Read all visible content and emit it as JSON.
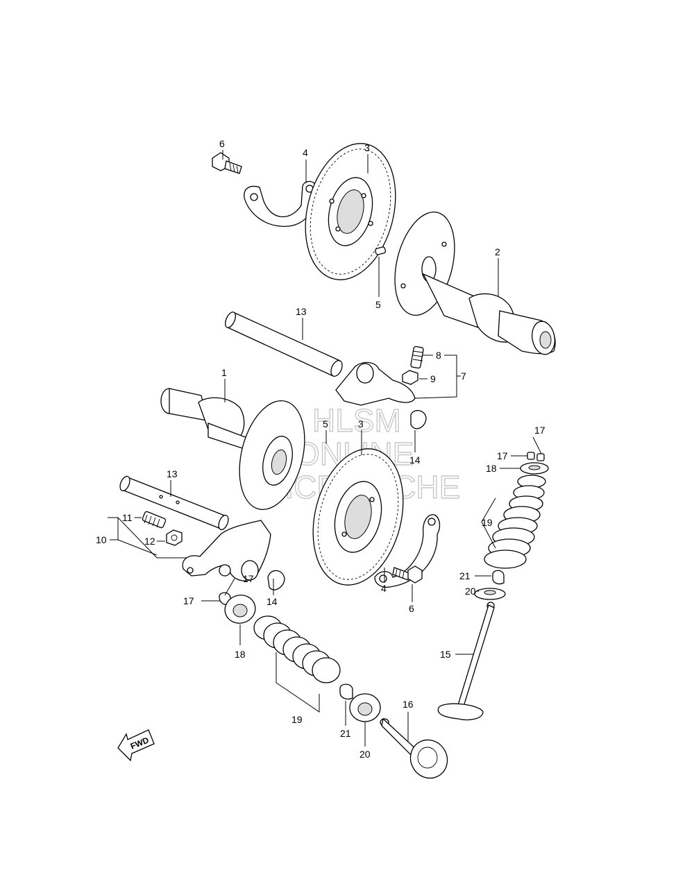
{
  "watermark": {
    "line1": "HLSM",
    "line2": "ONLINE",
    "line3": "MICROFICHE"
  },
  "direction_arrow": {
    "label": "FWD",
    "icon": "arrow-down-left-icon"
  },
  "callouts": [
    {
      "id": "c6a",
      "label": "6"
    },
    {
      "id": "c4a",
      "label": "4"
    },
    {
      "id": "c3a",
      "label": "3"
    },
    {
      "id": "c2",
      "label": "2"
    },
    {
      "id": "c5a",
      "label": "5"
    },
    {
      "id": "c13a",
      "label": "13"
    },
    {
      "id": "c8",
      "label": "8"
    },
    {
      "id": "c9",
      "label": "9"
    },
    {
      "id": "c7",
      "label": "7"
    },
    {
      "id": "c1",
      "label": "1"
    },
    {
      "id": "c5b",
      "label": "5"
    },
    {
      "id": "c3b",
      "label": "3"
    },
    {
      "id": "c14a",
      "label": "14"
    },
    {
      "id": "c17a",
      "label": "17"
    },
    {
      "id": "c17b",
      "label": "17"
    },
    {
      "id": "c18a",
      "label": "18"
    },
    {
      "id": "c13b",
      "label": "13"
    },
    {
      "id": "c11",
      "label": "11"
    },
    {
      "id": "c10",
      "label": "10"
    },
    {
      "id": "c12",
      "label": "12"
    },
    {
      "id": "c19a",
      "label": "19"
    },
    {
      "id": "c17c",
      "label": "17"
    },
    {
      "id": "c14b",
      "label": "14"
    },
    {
      "id": "c17d",
      "label": "17"
    },
    {
      "id": "c4b",
      "label": "4"
    },
    {
      "id": "c21a",
      "label": "21"
    },
    {
      "id": "c20a",
      "label": "20"
    },
    {
      "id": "c6b",
      "label": "6"
    },
    {
      "id": "c18b",
      "label": "18"
    },
    {
      "id": "c15",
      "label": "15"
    },
    {
      "id": "c16",
      "label": "16"
    },
    {
      "id": "c19b",
      "label": "19"
    },
    {
      "id": "c21b",
      "label": "21"
    },
    {
      "id": "c20b",
      "label": "20"
    }
  ]
}
